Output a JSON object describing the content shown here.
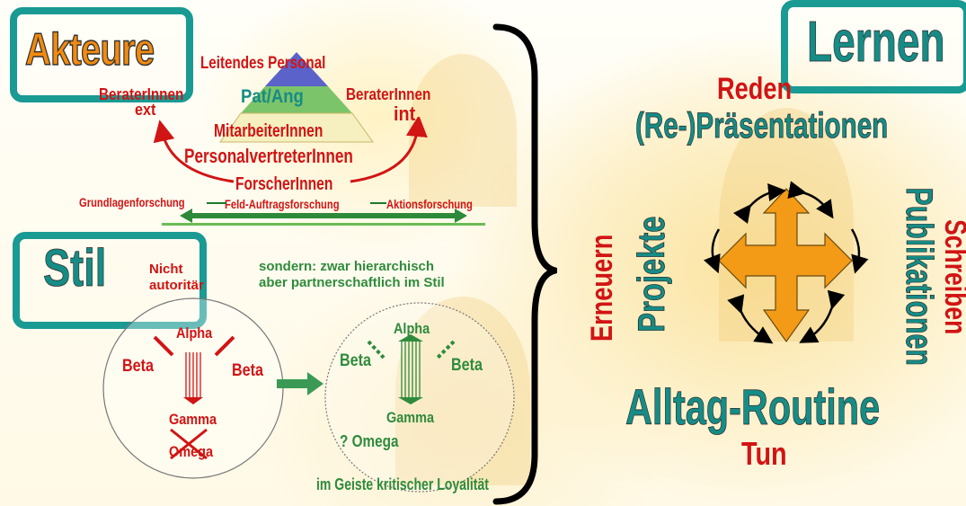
{
  "left_panel": {
    "akteure": {
      "title": "Akteure",
      "pyramid_top": "Leitendes Personal",
      "pyramid_mid": "Pat/Ang",
      "pyramid_low": "MitarbeiterInnen",
      "pyramid_base": "PersonalvertreterInnen",
      "researchers": "ForscherInnen",
      "advisors_ext_line1": "BeraterInnen",
      "advisors_ext_line2": "ext",
      "advisors_int_line1": "BeraterInnen",
      "advisors_int_line2": "int",
      "research_basic": "Grundlagenforschung",
      "research_field": "Feld-Auftragsforschung",
      "research_action": "Aktionsforschung"
    },
    "stil": {
      "title": "Stil",
      "not_authoritarian_line1": "Nicht",
      "not_authoritarian_line2": "autoritär",
      "but_line1": "sondern: zwar hierarchisch",
      "but_line2": "aber partnerschaftlich im Stil",
      "left_alpha": "Alpha",
      "left_beta_left": "Beta",
      "left_beta_right": "Beta",
      "left_gamma": "Gamma",
      "left_omega": "Omega",
      "right_alpha": "Alpha",
      "right_beta_left": "Beta",
      "right_beta_right": "Beta",
      "right_gamma": "Gamma",
      "right_omega": "? Omega",
      "loyalty": "im Geiste kritischer Loyalität"
    }
  },
  "right_panel": {
    "title": "Lernen",
    "reden": "Reden",
    "praesentationen": "(Re-)Präsentationen",
    "erneuern": "Erneuern",
    "projekte": "Projekte",
    "publikationen": "Publikationen",
    "schreiben": "Schreiben",
    "alltag": "Alltag-Routine",
    "tun": "Tun"
  },
  "colors": {
    "teal_frame": "#199a93",
    "teal_text": "#168c86",
    "red_text": "#d11414",
    "orange_accent": "#f39a16",
    "green_text": "#2f8b3c"
  }
}
